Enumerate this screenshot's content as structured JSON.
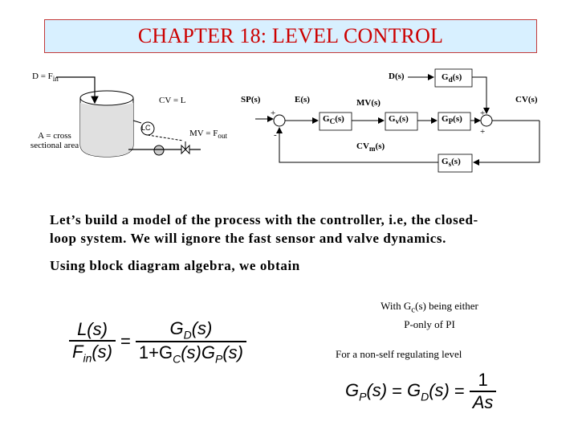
{
  "title": "CHAPTER 18: LEVEL CONTROL",
  "diagram": {
    "d_fin": "D = F",
    "d_fin_sub": "in",
    "cv_l": "CV = L",
    "a_cross": "A = cross sectional area",
    "lc": "LC",
    "mv_fout": "MV = F",
    "mv_fout_sub": "out",
    "sp": "SP(s)",
    "es": "E(s)",
    "ds": "D(s)",
    "gd": "G",
    "gd_sub": "d",
    "gd_tail": "(s)",
    "mv": "MV(s)",
    "cv": "CV(s)",
    "gc": "G",
    "gc_sub": "C",
    "gc_tail": "(s)",
    "gv": "G",
    "gv_sub": "v",
    "gv_tail": "(s)",
    "gp": "G",
    "gp_sub": "P",
    "gp_tail": "(s)",
    "cvm": "CV",
    "cvm_sub": "m",
    "cvm_tail": "(s)",
    "gs": "G",
    "gs_sub": "s",
    "gs_tail": "(s)",
    "plus": "+",
    "minus": "-"
  },
  "body": {
    "para1_line1": "Let’s build a model of the process with the controller, i.e, the closed-",
    "para1_line2": "loop system.  We will ignore the fast sensor and valve dynamics.",
    "para2": "Using block diagram algebra, we obtain",
    "note1_a": "With G",
    "note1_sub": "c",
    "note1_b": "(s) being either",
    "note1_line2": "P-only of PI",
    "note2": "For a non-self regulating level"
  },
  "equations": {
    "eq1_lhs_num": "L(s)",
    "eq1_lhs_den_f": "F",
    "eq1_lhs_den_sub": "in",
    "eq1_lhs_den_tail": "(s)",
    "eq1_rhs_num_g": "G",
    "eq1_rhs_num_sub": "D",
    "eq1_rhs_num_tail": "(s)",
    "eq1_rhs_den_a": "1+G",
    "eq1_rhs_den_sub1": "C",
    "eq1_rhs_den_b": "(s)G",
    "eq1_rhs_den_sub2": "P",
    "eq1_rhs_den_c": "(s)",
    "eq2_g1": "G",
    "eq2_sub1": "P",
    "eq2_t1": "(s)",
    "eq2_g2": "G",
    "eq2_sub2": "D",
    "eq2_t2": "(s)",
    "eq2_num": "1",
    "eq2_den": "As",
    "equals": "="
  }
}
